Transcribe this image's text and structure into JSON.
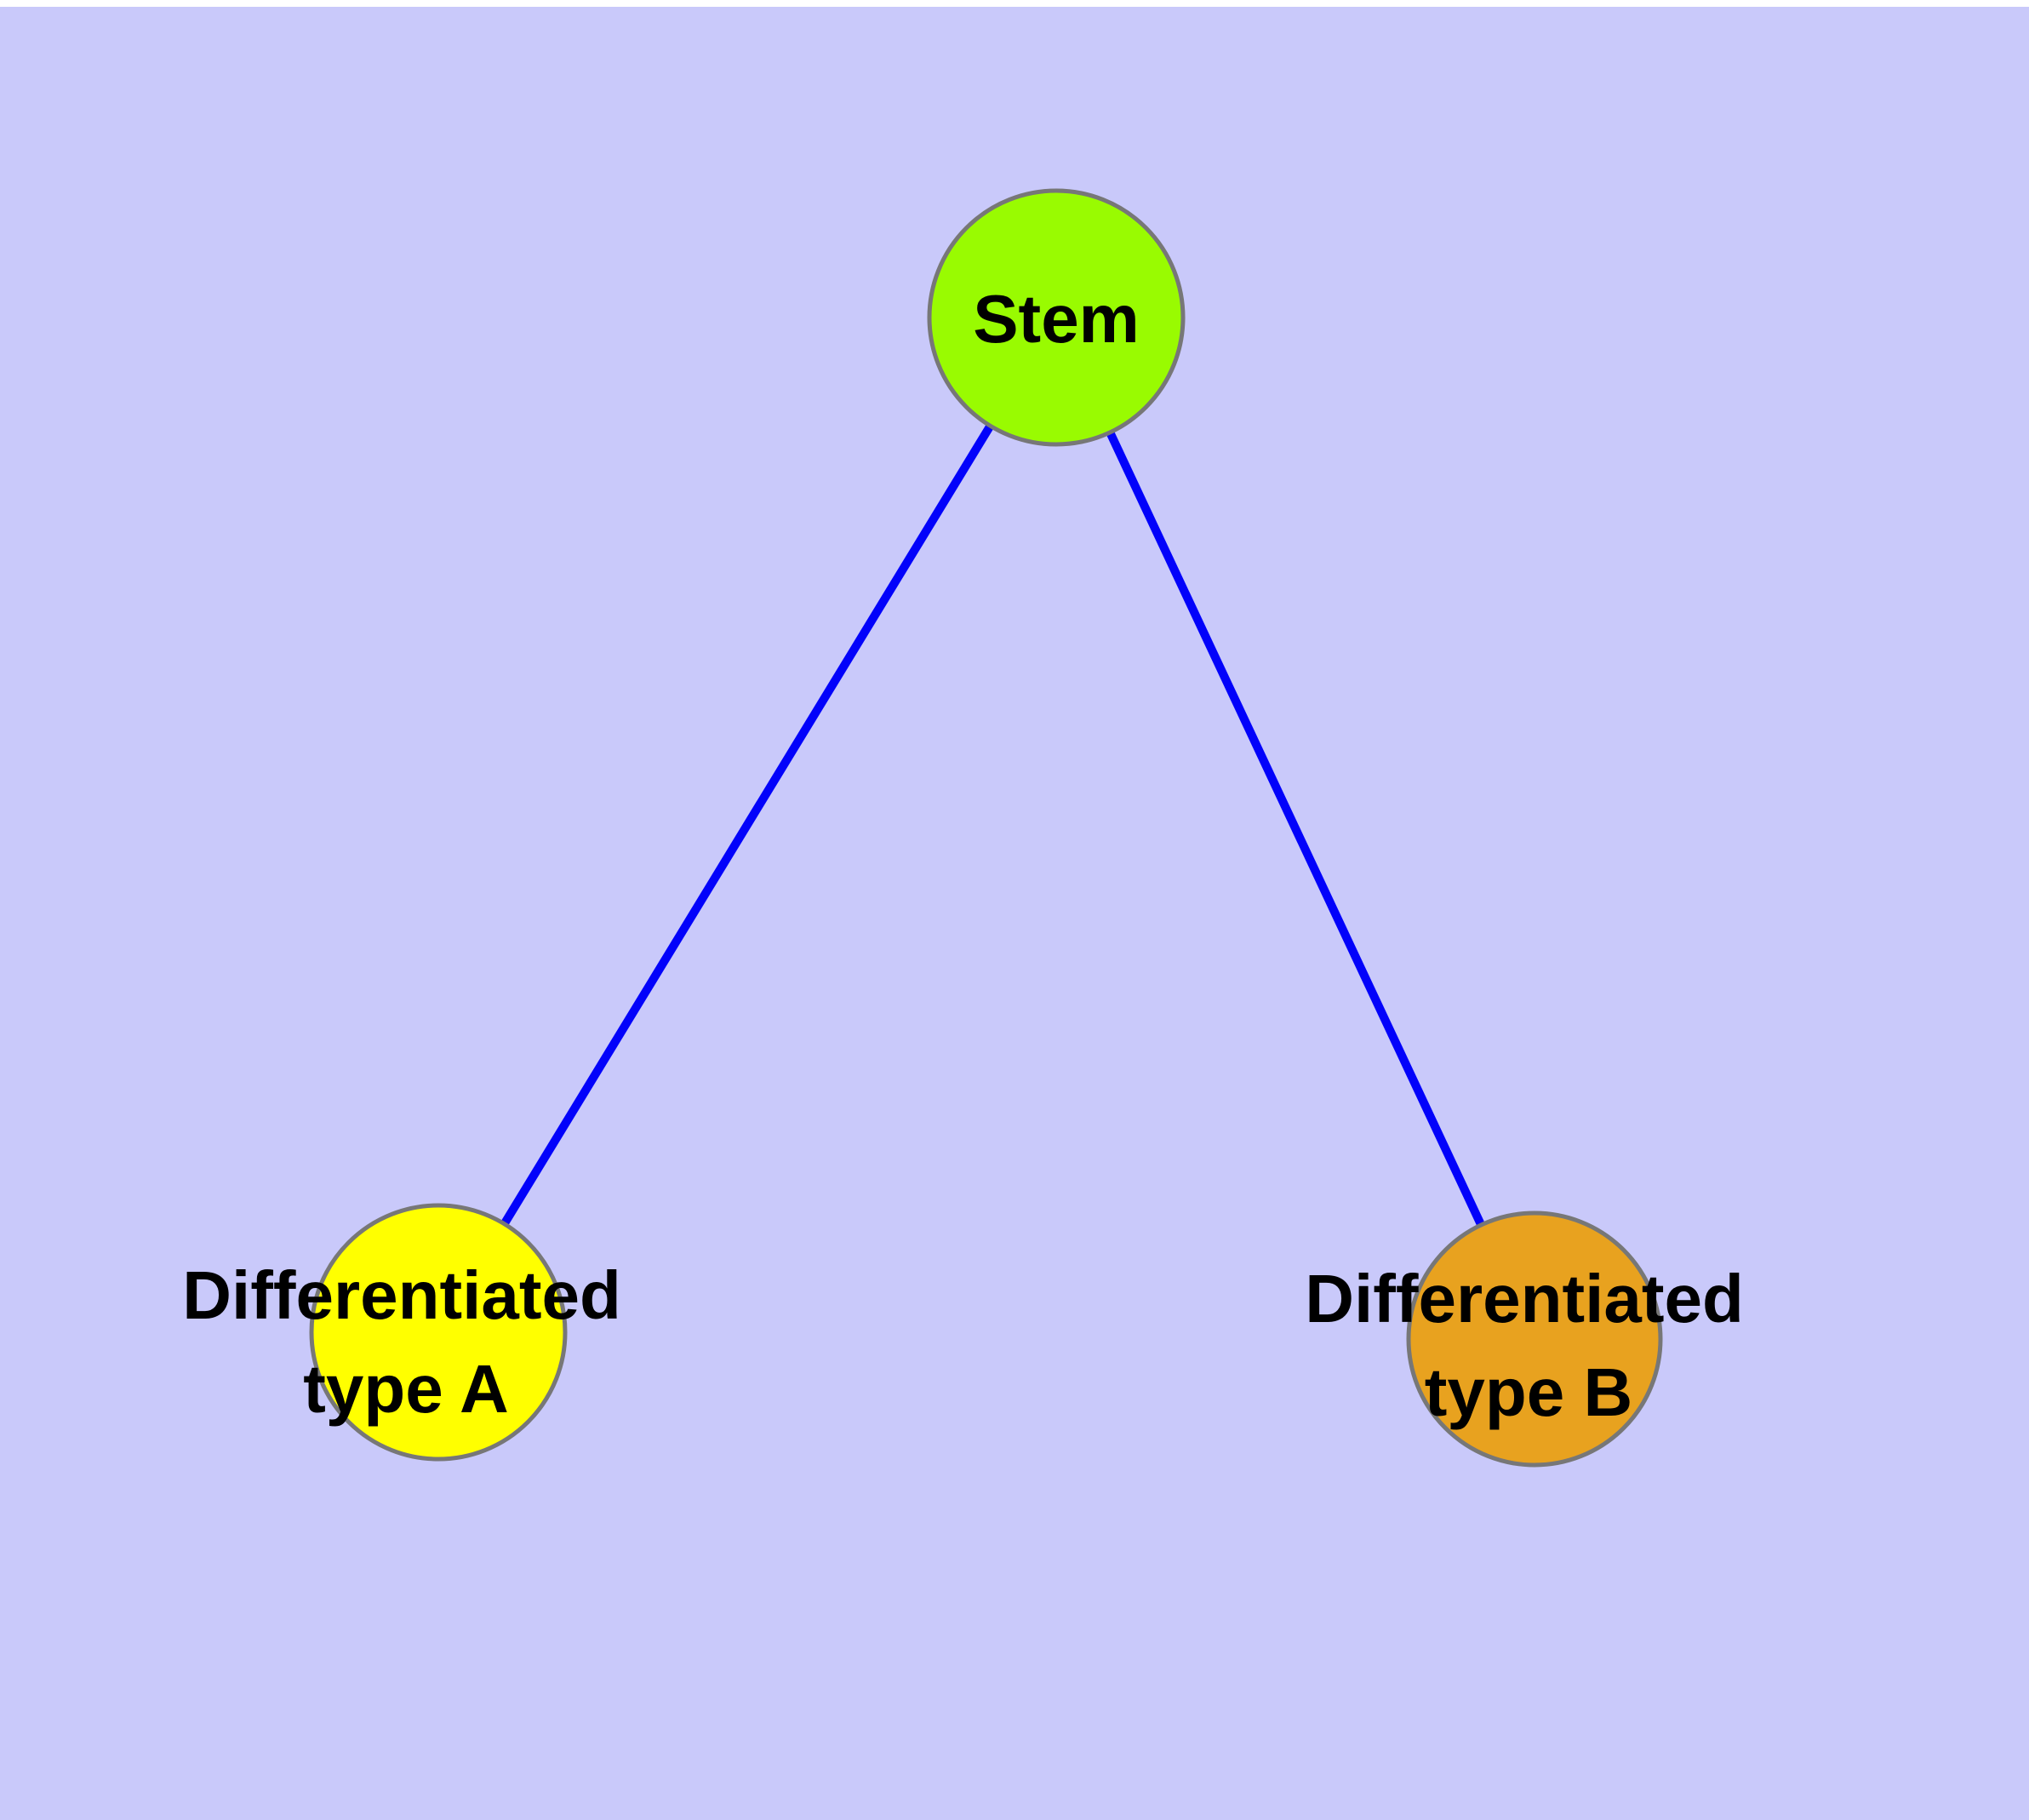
{
  "diagram": {
    "type": "graph",
    "background_color": "#C9C9FA",
    "top_strip_color": "#FFFFFF",
    "edge_color": "#0202FA",
    "node_border_color": "#777777",
    "label_color": "#000000",
    "nodes": [
      {
        "id": "stem",
        "label": "Stem",
        "label_line1": "Stem",
        "label_line2": "",
        "fill": "#99FB01"
      },
      {
        "id": "differentiated-type-a",
        "label": "Differentiated type A",
        "label_line1": "Differentiated",
        "label_line2": "type A",
        "fill": "#FFFF00"
      },
      {
        "id": "differentiated-type-b",
        "label": "Differentiated type B",
        "label_line1": "Differentiated",
        "label_line2": "type B",
        "fill": "#E8A21F"
      }
    ],
    "edges": [
      {
        "from": "Stem",
        "to": "Differentiated type A"
      },
      {
        "from": "Stem",
        "to": "Differentiated type B"
      }
    ]
  }
}
